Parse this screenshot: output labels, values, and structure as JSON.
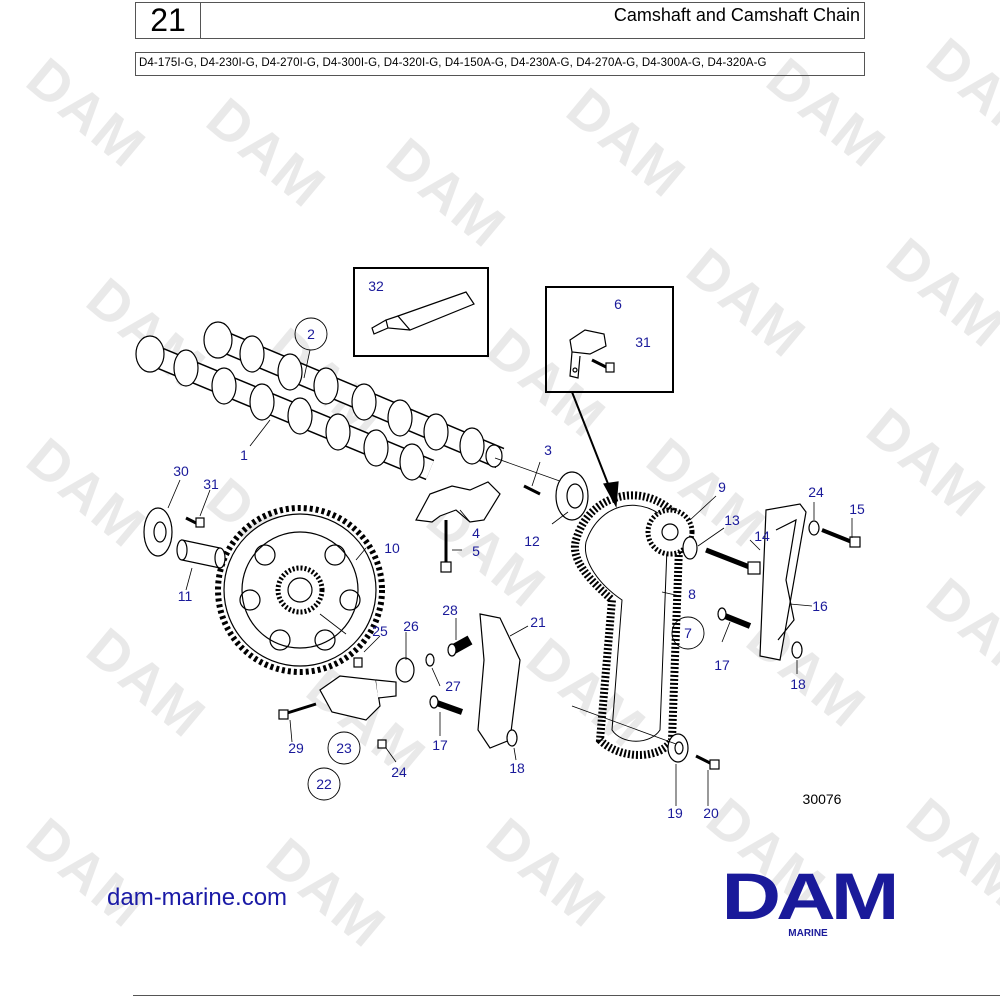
{
  "header": {
    "page_number": "21",
    "title": "Camshaft and Camshaft Chain",
    "models": "D4-175I-G, D4-230I-G, D4-270I-G, D4-300I-G, D4-320I-G, D4-150A-G, D4-230A-G, D4-270A-G, D4-300A-G, D4-320A-G"
  },
  "watermark": "DAM",
  "diagram": {
    "figure_id": "30076",
    "labels": {
      "l1": "1",
      "l2": "2",
      "l3": "3",
      "l4": "4",
      "l5": "5",
      "l6": "6",
      "l7": "7",
      "l8": "8",
      "l9": "9",
      "l10": "10",
      "l11": "11",
      "l12": "12",
      "l13": "13",
      "l14": "14",
      "l15": "15",
      "l16": "16",
      "l17a": "17",
      "l17b": "17",
      "l18a": "18",
      "l18b": "18",
      "l19": "19",
      "l20": "20",
      "l21": "21",
      "l22": "22",
      "l23": "23",
      "l24a": "24",
      "l24b": "24",
      "l25": "25",
      "l26": "26",
      "l27": "27",
      "l28": "28",
      "l29": "29",
      "l30": "30",
      "l31a": "31",
      "l31b": "31",
      "l32": "32"
    }
  },
  "footer": {
    "website": "dam-marine.com",
    "logo": "DAM",
    "logo_sub": "MARINE"
  },
  "colors": {
    "label_blue": "#1a1a9a",
    "logo_blue": "#1a1a9a",
    "line": "#000000"
  }
}
